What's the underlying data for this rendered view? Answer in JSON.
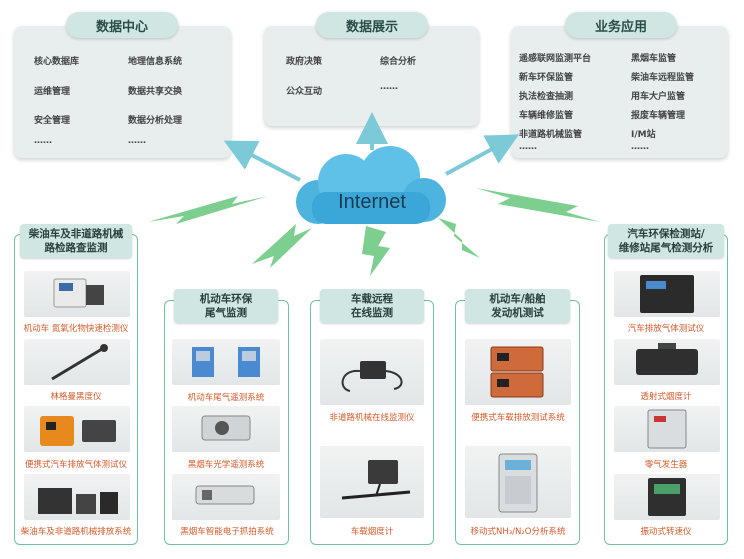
{
  "top": {
    "data_center": {
      "title": "数据中心",
      "items": [
        "核心数据库",
        "地理信息系统",
        "运维管理",
        "数据共享交换",
        "安全管理",
        "数据分析处理",
        "……",
        "……"
      ]
    },
    "data_display": {
      "title": "数据展示",
      "items": [
        "政府决策",
        "综合分析",
        "公众互动",
        "……"
      ]
    },
    "business": {
      "title": "业务应用",
      "items": [
        "遥感联网监测平台",
        "黑烟车监管",
        "新车环保监管",
        "柴油车远程监管",
        "执法检查抽测",
        "用车大户监管",
        "车辆维修监管",
        "报废车辆管理",
        "非道路机械监管",
        "I/M站",
        "……",
        "……"
      ]
    }
  },
  "cloud": {
    "label": "Internet"
  },
  "columns": [
    {
      "title": "柴油车及非道路机械\n路检路查监测",
      "devices": [
        "机动车 氮氧化物快速检测仪",
        "林格曼黑度仪",
        "便携式汽车排放气体测试仪",
        "柴油车及非道路机械排放系统"
      ]
    },
    {
      "title": "机动车环保\n尾气监测",
      "devices": [
        "机动车尾气遥测系统",
        "黑烟车光学遥测系统",
        "黑烟车智能电子抓拍系统"
      ]
    },
    {
      "title": "车载远程\n在线监测",
      "devices": [
        "非道路机械在线监测仪",
        "车载烟度计"
      ]
    },
    {
      "title": "机动车/船舶\n发动机测试",
      "devices": [
        "便携式车载排放测试系统",
        "移动式NH₃/N₂O分析系统"
      ]
    },
    {
      "title": "汽车环保检测站/\n维修站尾气检测分析",
      "devices": [
        "汽车排放气体测试仪",
        "透射式烟度计",
        "零气发生器",
        "振动式转速仪"
      ]
    }
  ],
  "colors": {
    "accent": "#6fc1a0",
    "pill": "#cfe6e2",
    "label": "#d45a2a",
    "lightning": "#7ccf8e",
    "arrow": "#7cc9d8",
    "cloud": "#3aa7d8"
  }
}
